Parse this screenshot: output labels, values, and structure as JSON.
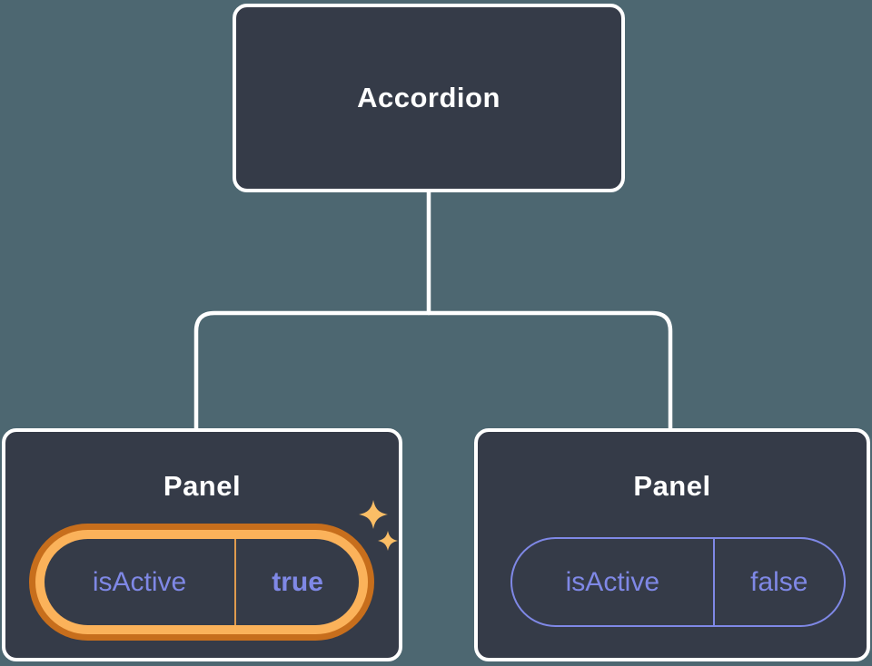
{
  "diagram": {
    "description": "Component tree: Accordion parent passing isActive state to two Panel children",
    "tree": {
      "root": {
        "label": "Accordion"
      },
      "children": [
        {
          "label": "Panel",
          "prop": {
            "name": "isActive",
            "value": "true"
          },
          "highlighted": true,
          "decoration": "sparkles-icon"
        },
        {
          "label": "Panel",
          "prop": {
            "name": "isActive",
            "value": "false"
          },
          "highlighted": false
        }
      ]
    }
  },
  "colors": {
    "canvas-bg": "#4D6771",
    "node-bg": "#353B48",
    "node-border": "#FFFFFF",
    "connector": "#FFFFFF",
    "title-text": "#FFFFFF",
    "prop-purple": "#7F88E6",
    "highlight-outer": "#C76E1C",
    "highlight-inner": "#FBB25A",
    "highlight-divider": "#E09B4E",
    "sparkle": "#FBBE66"
  }
}
